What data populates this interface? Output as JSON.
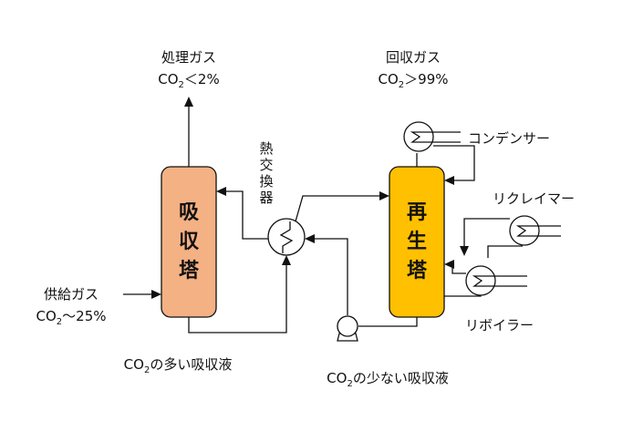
{
  "treated_gas": {
    "label": "処理ガス",
    "co2_prefix": "CO",
    "co2_sub": "2",
    "co2_suffix": "＜2%"
  },
  "recovered_gas": {
    "label": "回収ガス",
    "co2_prefix": "CO",
    "co2_sub": "2",
    "co2_suffix": "＞99%"
  },
  "feed_gas": {
    "label": "供給ガス",
    "co2_prefix": "CO",
    "co2_sub": "2",
    "co2_suffix": "〜25%"
  },
  "absorber": {
    "label": [
      "吸",
      "収",
      "塔"
    ],
    "color": "#F4B183"
  },
  "regenerator": {
    "label": [
      "再",
      "生",
      "塔"
    ],
    "color": "#FFC000"
  },
  "heat_exchanger": {
    "label": [
      "熱",
      "交",
      "換",
      "器"
    ]
  },
  "condenser": {
    "label": "コンデンサー"
  },
  "reclaimer": {
    "label": "リクレイマー"
  },
  "reboiler": {
    "label": "リボイラー"
  },
  "rich_solution": {
    "co2_prefix": "CO",
    "co2_sub": "2",
    "suffix": "の多い吸収液"
  },
  "lean_solution": {
    "co2_prefix": "CO",
    "co2_sub": "2",
    "suffix": "の少ない吸収液"
  }
}
